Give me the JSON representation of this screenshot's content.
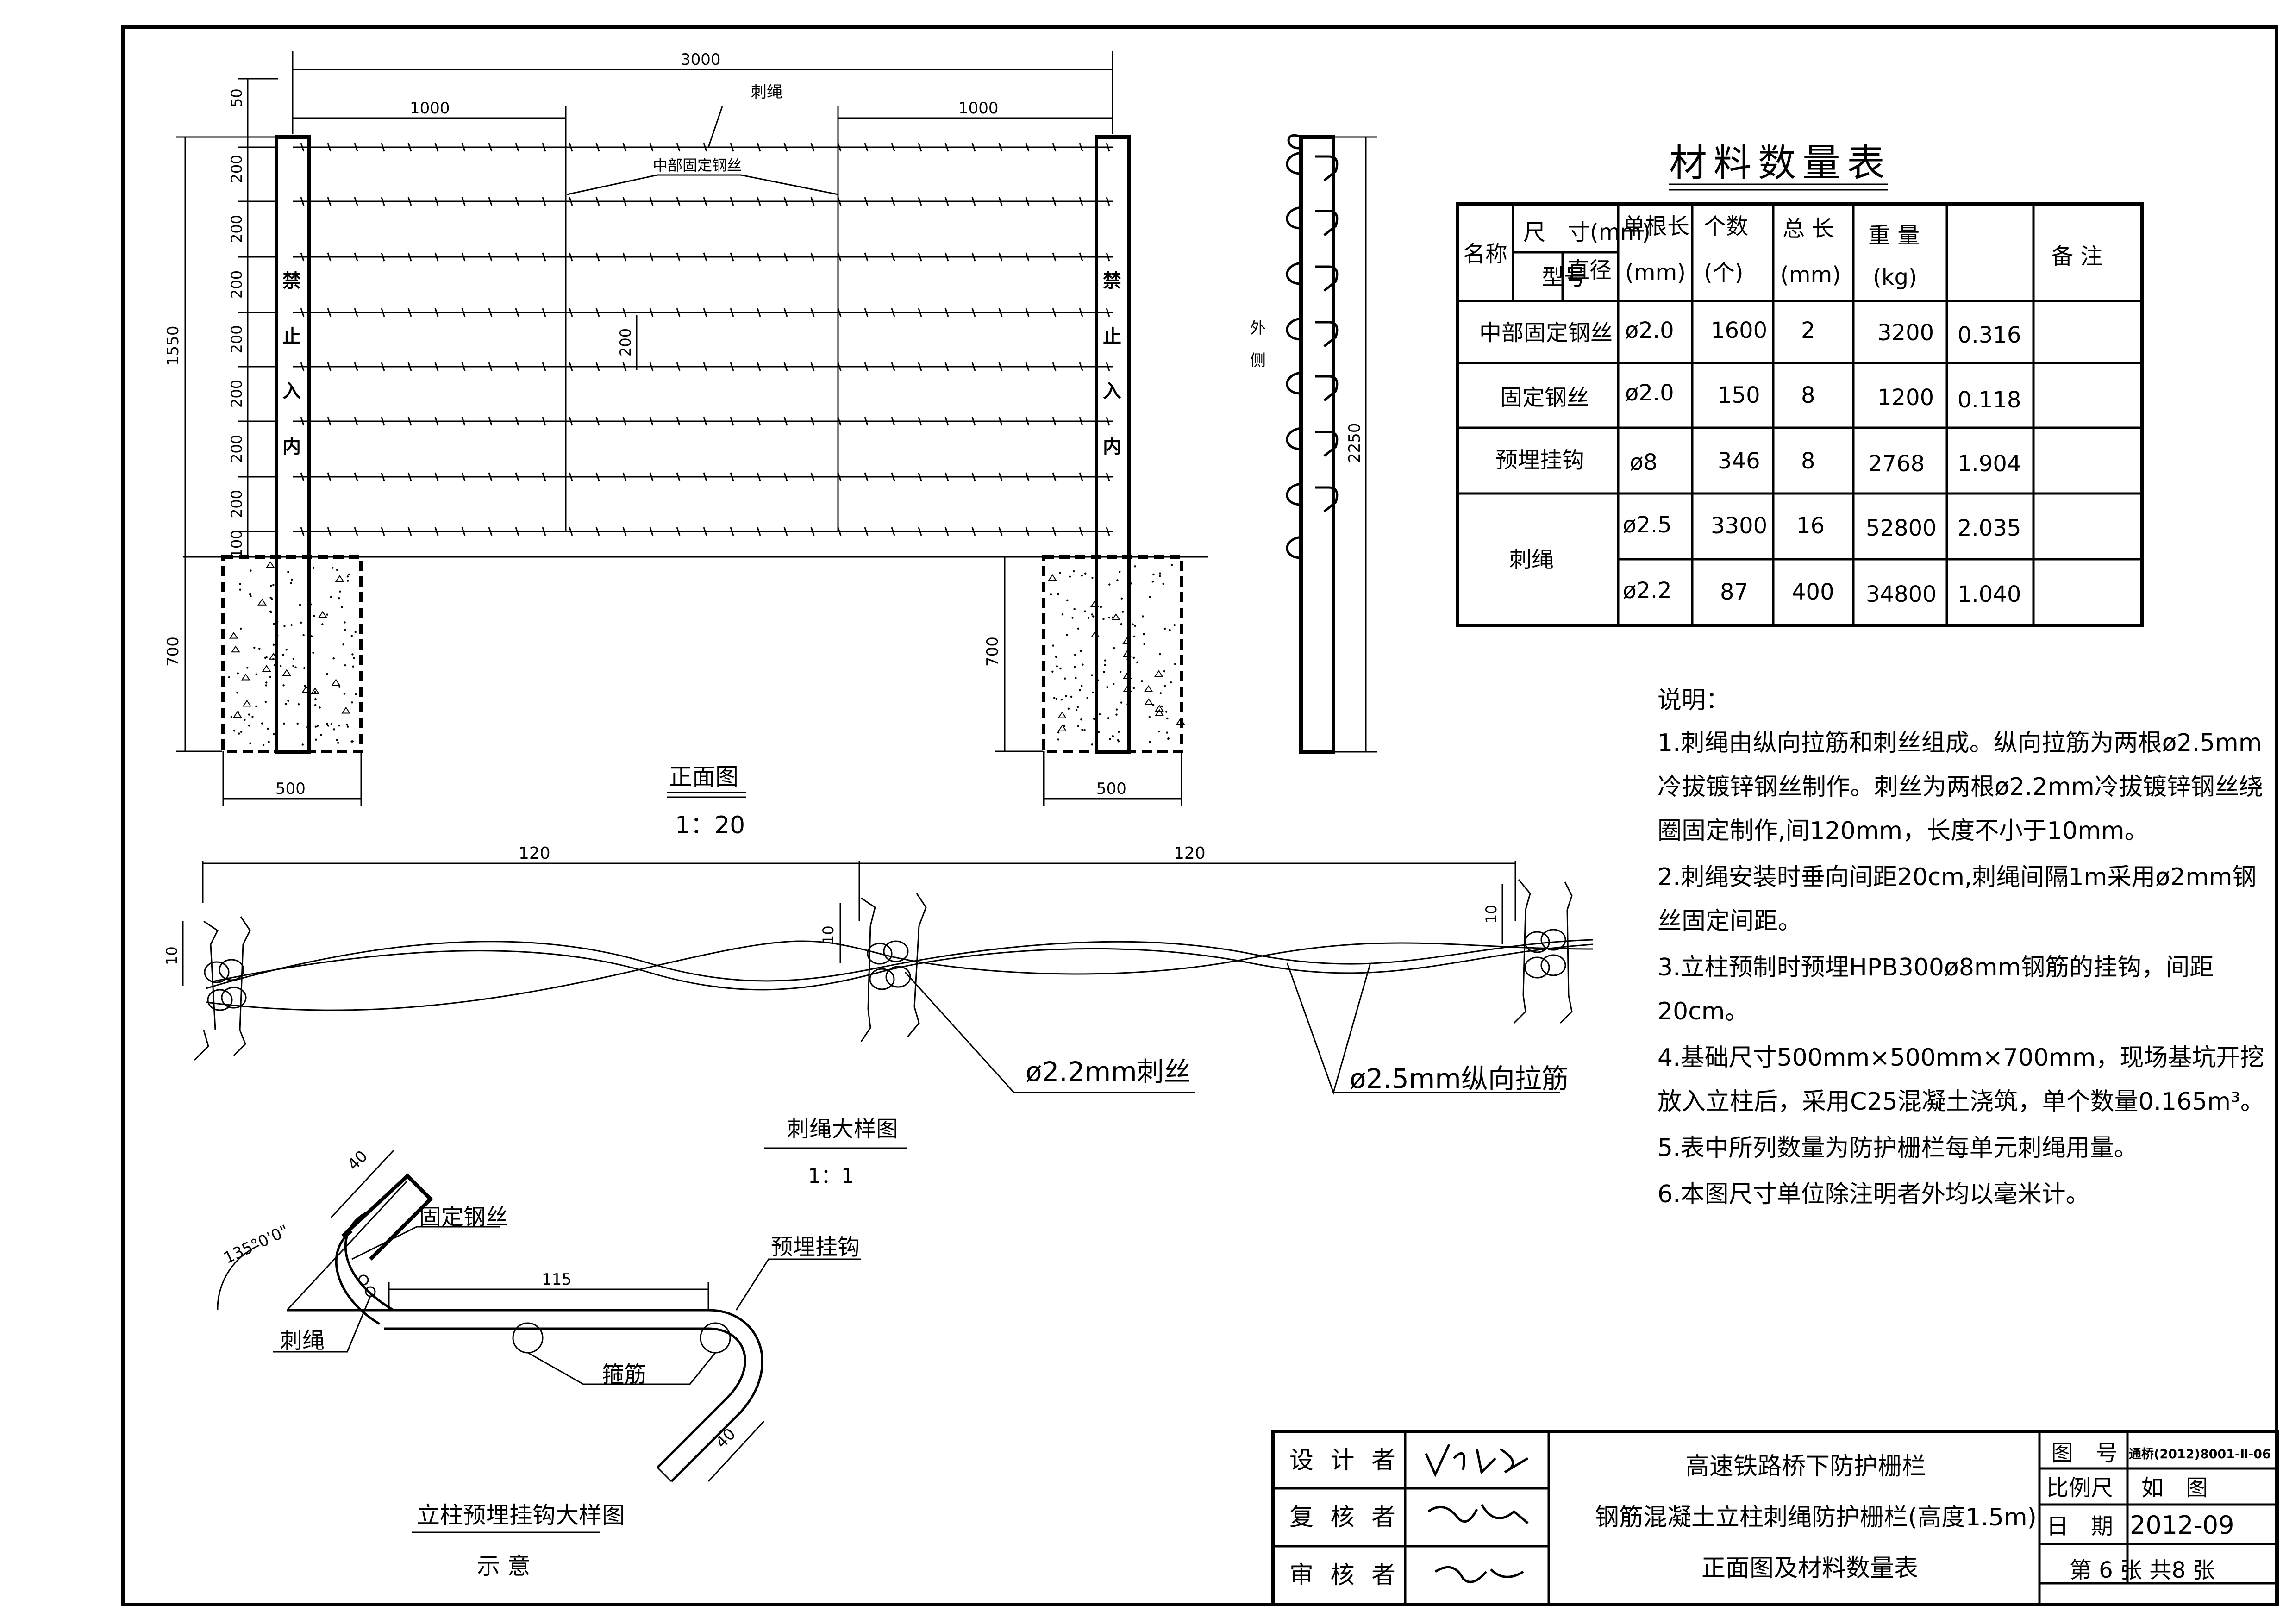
{
  "front_view": {
    "dim_total": "3000",
    "dim_left": "1000",
    "dim_right": "1000",
    "dim_top": "50",
    "dim_spacings": [
      "200",
      "200",
      "200",
      "200",
      "200",
      "200",
      "200",
      "100"
    ],
    "dim_height": "1550",
    "dim_spacing_inner": "200",
    "dim_foundation_depth_left": "700",
    "dim_foundation_depth_right": "700",
    "dim_foundation_width_left": "500",
    "dim_foundation_width_right": "500",
    "label_barbed": "刺绳",
    "label_mid_wire": "中部固定钢丝",
    "post_sign": [
      "禁",
      "止",
      "入",
      "内"
    ],
    "title": "正面图",
    "scale": "1：20"
  },
  "side_view": {
    "label_outer": [
      "外",
      "侧"
    ],
    "dim_height": "2250"
  },
  "material_table": {
    "title": "材料数量表",
    "headers": {
      "name": "名称",
      "size": "尺　寸(mm)",
      "model": "型号",
      "diameter": "直径",
      "unit_length": "单根长",
      "unit_length_unit": "(mm)",
      "count": "个数",
      "count_unit": "(个)",
      "total_length": "总 长",
      "total_length_unit": "(mm)",
      "weight": "重 量",
      "weight_unit": "(kg)",
      "remark": "备 注"
    },
    "rows": [
      {
        "name": "中部固定钢丝",
        "diameter": "ø2.0",
        "unit_length": "1600",
        "count": "2",
        "total": "3200",
        "weight": "0.316"
      },
      {
        "name": "固定钢丝",
        "diameter": "ø2.0",
        "unit_length": "150",
        "count": "8",
        "total": "1200",
        "weight": "0.118"
      },
      {
        "name": "预埋挂钩",
        "diameter": "ø8",
        "unit_length": "346",
        "count": "8",
        "total": "2768",
        "weight": "1.904"
      },
      {
        "name": "刺绳",
        "diameter": "ø2.5",
        "unit_length": "3300",
        "count": "16",
        "total": "52800",
        "weight": "2.035"
      },
      {
        "name": "",
        "diameter": "ø2.2",
        "unit_length": "87",
        "count": "400",
        "total": "34800",
        "weight": "1.040"
      }
    ]
  },
  "notes": {
    "heading": "说明：",
    "lines": [
      "1.刺绳由纵向拉筋和刺丝组成。纵向拉筋为两根ø2.5mm",
      "冷拔镀锌钢丝制作。刺丝为两根ø2.2mm冷拔镀锌钢丝绕",
      "圈固定制作,间120mm，长度不小于10mm。",
      "2.刺绳安装时垂向间距20cm,刺绳间隔1m采用ø2mm钢",
      "丝固定间距。",
      "3.立柱预制时预埋HPB300ø8mm钢筋的挂钩，间距",
      "20cm。",
      "4.基础尺寸500mm×500mm×700mm，现场基坑开挖",
      "放入立柱后，采用C25混凝土浇筑，单个数量0.165m³。",
      "5.表中所列数量为防护栅栏每单元刺绳用量。",
      "6.本图尺寸单位除注明者外均以毫米计。"
    ]
  },
  "barbed_detail": {
    "dim_left": "120",
    "dim_right": "120",
    "dim_10_a": "10",
    "dim_10_b": "10",
    "dim_10_c": "10",
    "label_barb": "ø2.2mm刺丝",
    "label_line": "ø2.5mm纵向拉筋",
    "title": "刺绳大样图",
    "scale": "1：1"
  },
  "hook_detail": {
    "dim_40_a": "40",
    "dim_40_b": "40",
    "dim_115": "115",
    "angle": "135°0'0\"",
    "label_fix_wire": "固定钢丝",
    "label_hook": "预埋挂钩",
    "label_barbed": "刺绳",
    "label_stirrup": "箍筋",
    "title": "立柱预埋挂钩大样图",
    "subtitle": "示 意"
  },
  "title_block": {
    "design_label": "设 计 者",
    "check_label": "复 核 者",
    "review_label": "审 核 者",
    "project_line1": "高速铁路桥下防护栅栏",
    "project_line2": "钢筋混凝土立柱刺绳防护栅栏(高度1.5m)",
    "project_line3": "正面图及材料数量表",
    "drawing_no_label": "图　号",
    "drawing_no": "通桥(2012)8001-Ⅱ-06",
    "scale_label": "比例尺",
    "scale_value": "如　图",
    "date_label": "日　期",
    "date_value": "2012-09",
    "sheet": "第 6 张 共8 张"
  }
}
